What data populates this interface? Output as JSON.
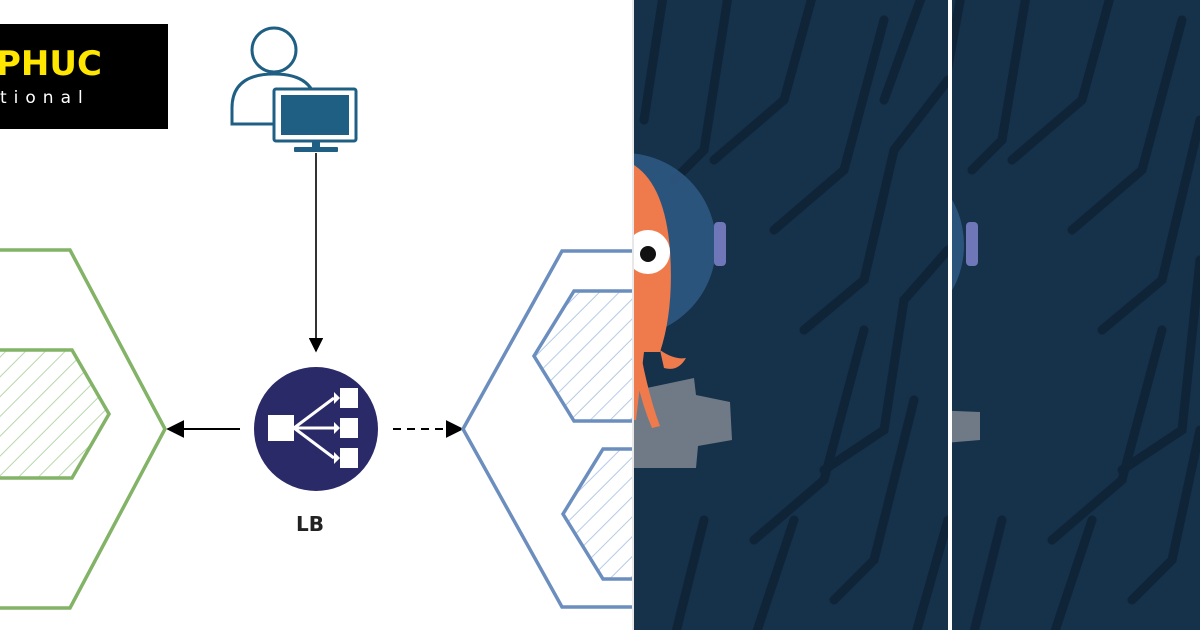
{
  "logo": {
    "name_fragment": "PHUC",
    "tagline_fragment": "tional"
  },
  "load_balancer": {
    "label": "LB"
  },
  "colors": {
    "logo_background": "#000000",
    "logo_text": "#ffe600",
    "green_hexagon": "#82b366",
    "blue_hexagon": "#6c8ebf",
    "lb_circle": "#2b2a68",
    "user_icon": "#1f5f84",
    "art_background": "#16314a",
    "mascot": "#ef7b4d"
  },
  "icons": [
    "user-icon",
    "monitor-icon",
    "load-balancer-icon",
    "argo-octopus-mascot",
    "gear-icon"
  ]
}
